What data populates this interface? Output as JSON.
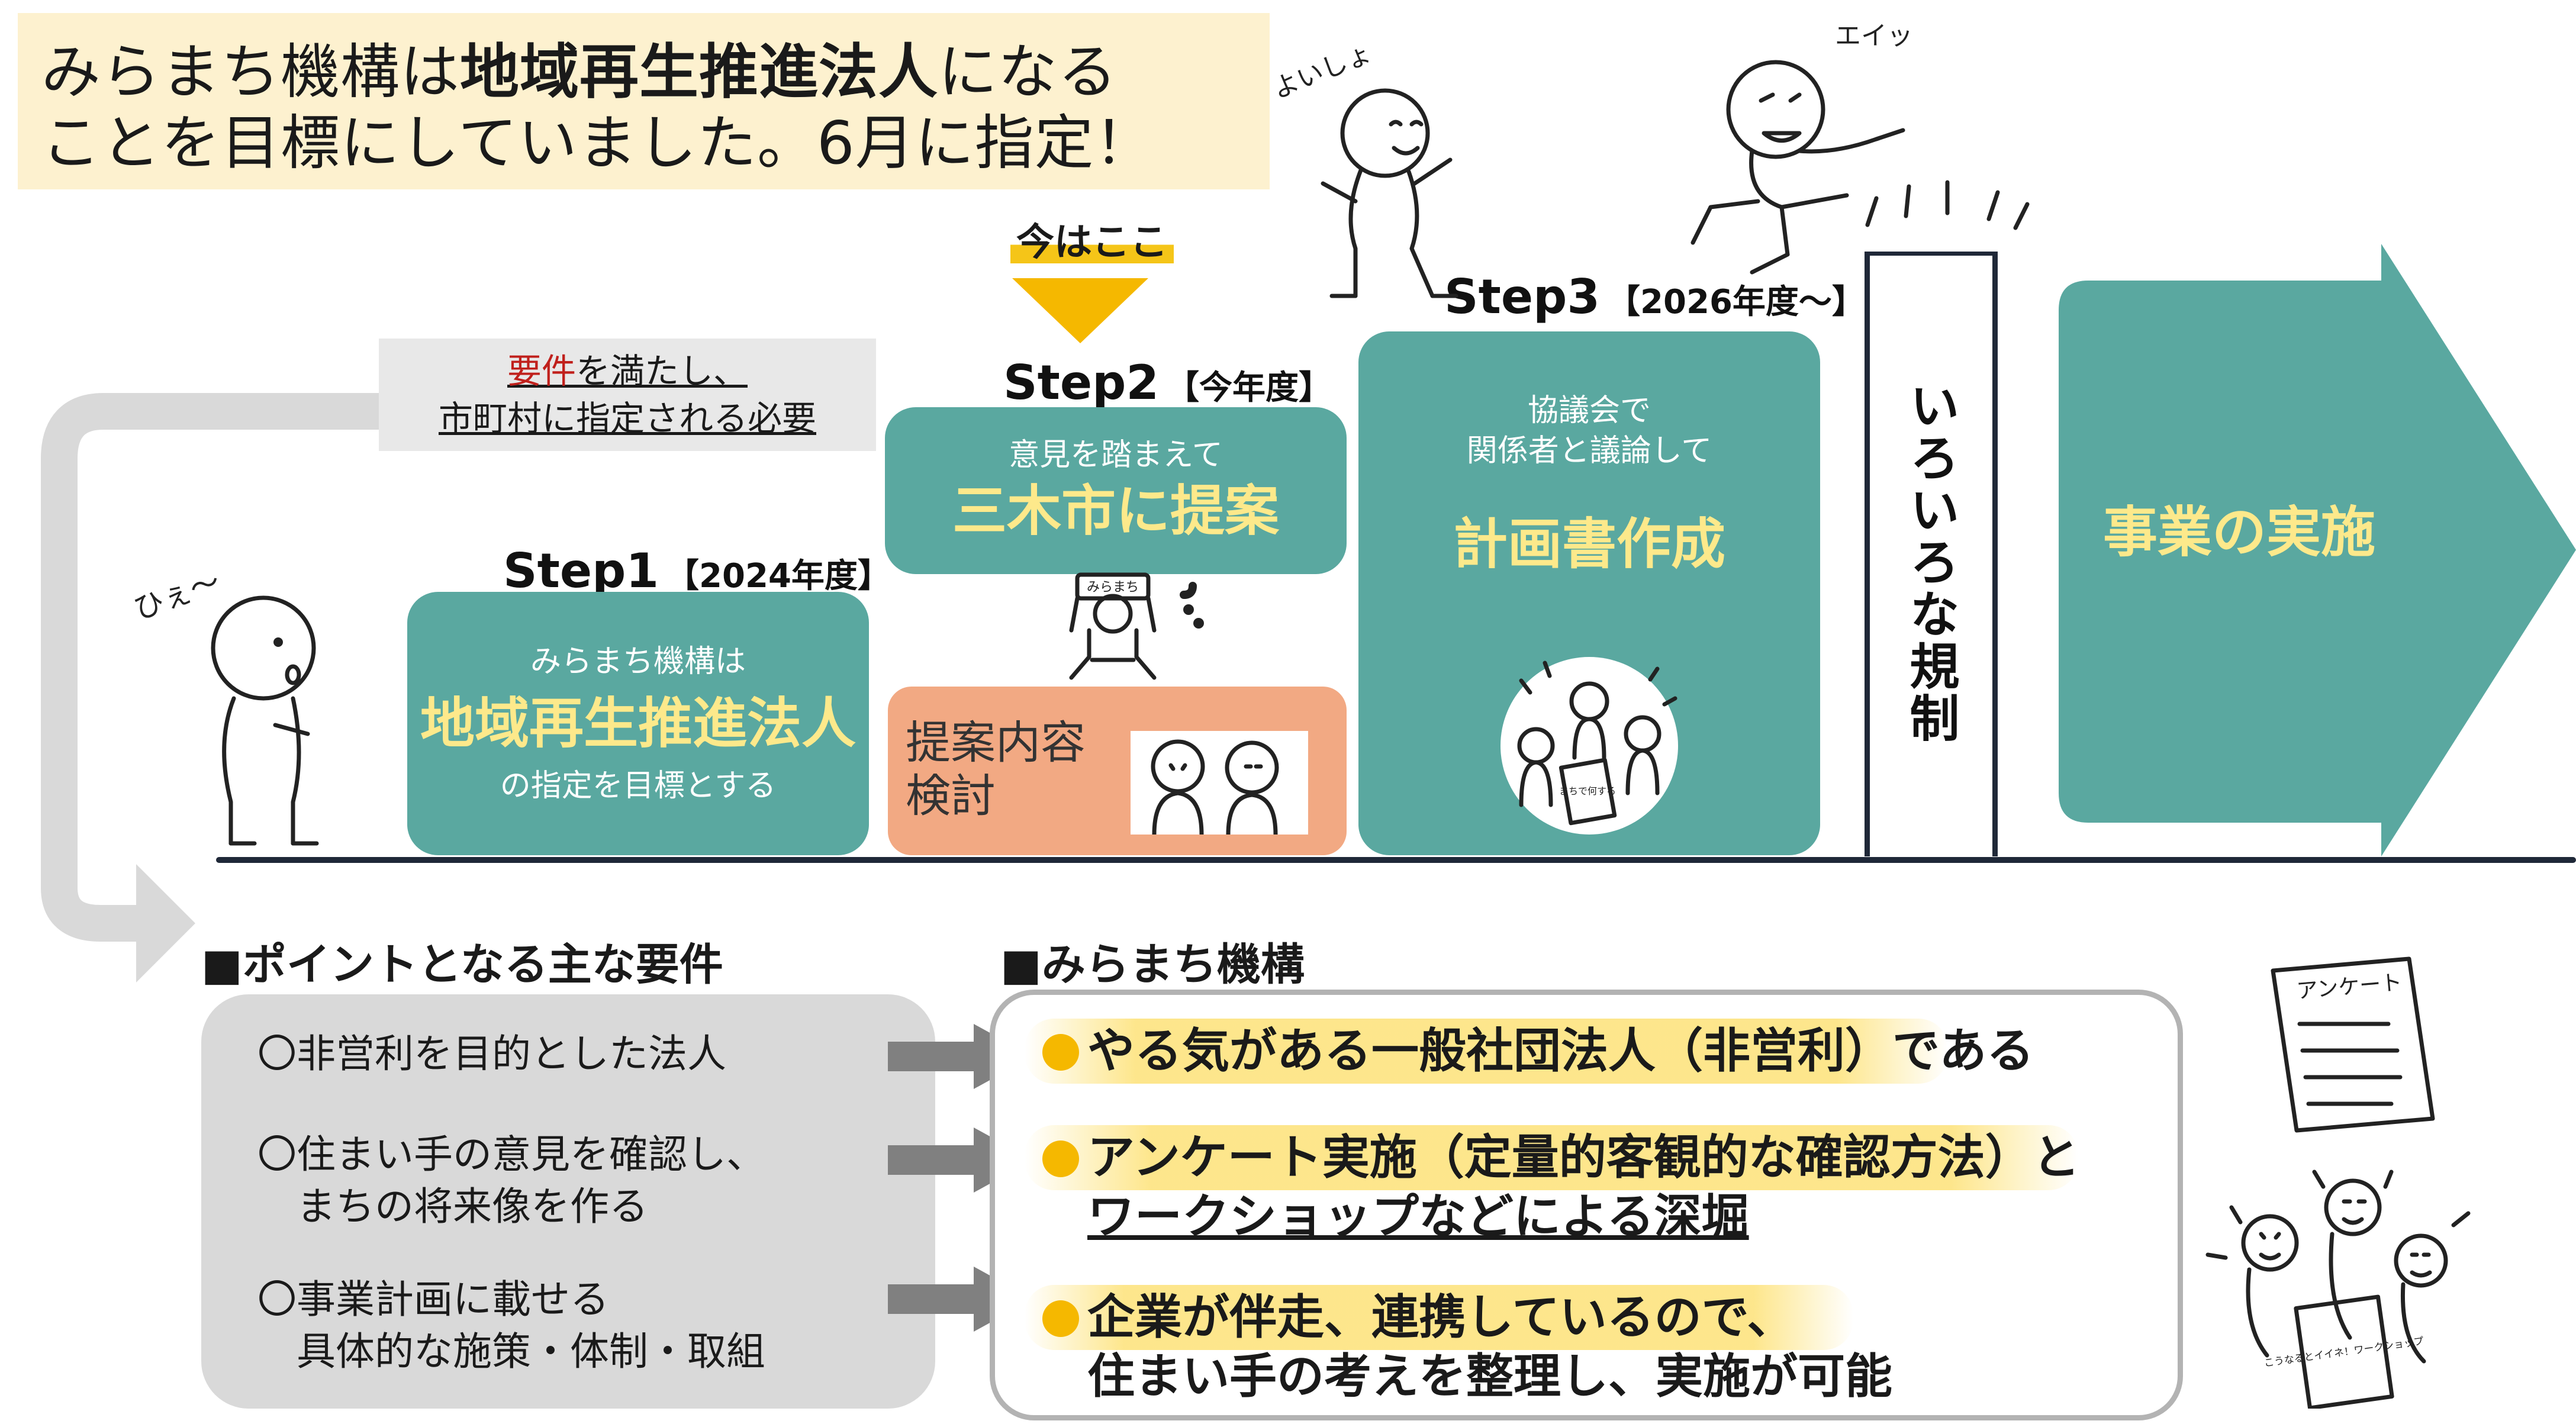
{
  "title": {
    "l1_a": "みらまち機構は",
    "l1_b": "地域再生推進法人",
    "l1_c": "になる",
    "line2": "ことを目標にしていました。6月に指定！"
  },
  "marker": {
    "label": "今はここ"
  },
  "requirement_note": {
    "word": "要件",
    "rest": "を満たし、",
    "line2": "市町村に指定される必要"
  },
  "step1": {
    "label": "Step1",
    "year": "【2024年度】",
    "small": "みらまち機構は",
    "big": "地域再生推進法人",
    "small2": "の指定を目標とする"
  },
  "step2": {
    "label": "Step2",
    "year": "【今年度】",
    "small": "意見を踏まえて",
    "big": "三木市に提案",
    "sub_line1": "提案内容",
    "sub_line2": "検討"
  },
  "step3": {
    "label": "Step3",
    "year": "【2026年度～】",
    "small1": "協議会で",
    "small2": "関係者と議論して",
    "big": "計画書作成"
  },
  "regulation": {
    "text": "いろいろな規制"
  },
  "goal": {
    "text": "事業の実施"
  },
  "doodles": {
    "hmm": "ひぇ～",
    "yoisho": "よいしょ",
    "ei": "エイッ",
    "box_label": "みらまち",
    "sign_text": "まちで何する",
    "survey": "アンケート",
    "board": "こうなるとイイネ！ワークショップ"
  },
  "requirements": {
    "heading": "■ポイントとなる主な要件",
    "items": [
      "〇非営利を目的とした法人",
      "〇住まい手の意見を確認し、",
      "　まちの将来像を作る",
      "〇事業計画に載せる",
      "　具体的な施策・体制・取組"
    ]
  },
  "miramachi": {
    "heading": "■みらまち機構",
    "item1": "やる気がある一般社団法人（非営利）である",
    "item2_line1": "アンケート実施（定量的客観的な確認方法）と",
    "item2_line2": "ワークショップなどによる深堀",
    "item3_line1": "企業が伴走、連携しているので、",
    "item3_line2": "住まい手の考えを整理し、実施が可能"
  },
  "colors": {
    "teal": "#5aa8a0",
    "salmon": "#f2a983",
    "title_bg": "#fdf1cf",
    "highlight_yellow": "#fde98b",
    "marker_yellow": "#f5b800",
    "gray": "#d9d9d9"
  }
}
